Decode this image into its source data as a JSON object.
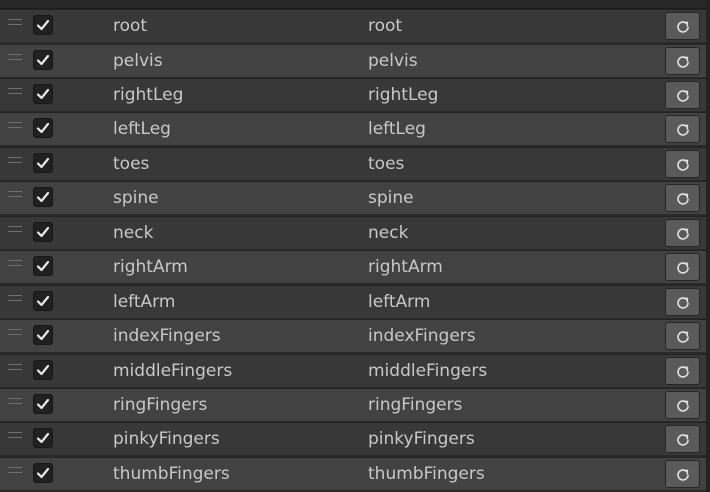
{
  "icons": {
    "handle": "drag-handle-icon",
    "check": "checkmark-icon",
    "reset": "reset-icon"
  },
  "colors": {
    "row_dark": "#383838",
    "row_light": "#424242",
    "text": "#c8c8c8",
    "button": "#5a5a5a"
  },
  "rows": [
    {
      "name": "root",
      "mapped": "root",
      "checked": true
    },
    {
      "name": "pelvis",
      "mapped": "pelvis",
      "checked": true
    },
    {
      "name": "rightLeg",
      "mapped": "rightLeg",
      "checked": true
    },
    {
      "name": "leftLeg",
      "mapped": "leftLeg",
      "checked": true
    },
    {
      "name": "toes",
      "mapped": "toes",
      "checked": true
    },
    {
      "name": "spine",
      "mapped": "spine",
      "checked": true
    },
    {
      "name": "neck",
      "mapped": "neck",
      "checked": true
    },
    {
      "name": "rightArm",
      "mapped": "rightArm",
      "checked": true
    },
    {
      "name": "leftArm",
      "mapped": "leftArm",
      "checked": true
    },
    {
      "name": "indexFingers",
      "mapped": "indexFingers",
      "checked": true
    },
    {
      "name": "middleFingers",
      "mapped": "middleFingers",
      "checked": true
    },
    {
      "name": "ringFingers",
      "mapped": "ringFingers",
      "checked": true
    },
    {
      "name": "pinkyFingers",
      "mapped": "pinkyFingers",
      "checked": true
    },
    {
      "name": "thumbFingers",
      "mapped": "thumbFingers",
      "checked": true
    }
  ]
}
